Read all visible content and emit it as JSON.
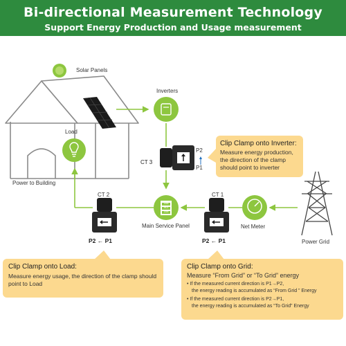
{
  "header": {
    "title": "Bi-directional Measurement Technology",
    "subtitle": "Support Energy Production and Usage measurement"
  },
  "labels": {
    "solar_panels": "Solar Panels",
    "inverters": "Inverters",
    "load": "Load",
    "power_to_building": "Power to Building",
    "ct3": "CT 3",
    "ct2": "CT 2",
    "ct1": "CT 1",
    "p2": "P2",
    "p1": "P1",
    "main_service_panel": "Main Service Panel",
    "net_meter": "Net Meter",
    "power_grid": "Power Grid",
    "panel_breakers": [
      "15M",
      "M01",
      "15M"
    ],
    "ct2_arrow_text": "P2 ← P1",
    "ct1_arrow_text": "P2 ← P1"
  },
  "callouts": {
    "inverter": {
      "title": "Clip Clamp onto Inverter:",
      "body": "Measure energy production, the direction of the clamp should point to inverter"
    },
    "load": {
      "title": "Clip Clamp onto Load:",
      "body": "Measure energy usage, the direction of the clamp should point to Load"
    },
    "grid": {
      "title": "Clip Clamp onto Grid:",
      "subtitle": "Measure “From Grid” or “To Grid” energy",
      "bullet1_line1": "• If the measured current direction is P1→P2,",
      "bullet1_line2": "the energy reading is accumulated as “From Grid ” Energy",
      "bullet2_line1": "• If the measured current direction is P2→P1,",
      "bullet2_line2": "the energy reading is accumulated as “To Grid” Energy"
    }
  },
  "colors": {
    "header_bg": "#2e8b3e",
    "accent_green": "#8dc63f",
    "callout_bg": "#fcd98f",
    "house_stroke": "#8a8a8a",
    "arrow_blue": "#1f6fbf"
  }
}
